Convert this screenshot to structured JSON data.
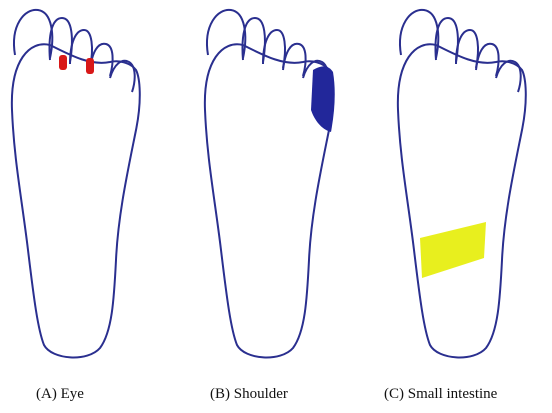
{
  "colors": {
    "outline": "#2a2f8f",
    "eye": "#d81818",
    "shoulder": "#22279a",
    "small_intestine": "#e8ef1e",
    "background": "#ffffff"
  },
  "panels": [
    {
      "caption": "(A) Eye",
      "highlight": "eye"
    },
    {
      "caption": "(B) Shoulder",
      "highlight": "shoulder"
    },
    {
      "caption": "(C) Small intestine",
      "highlight": "small-intestine"
    }
  ]
}
